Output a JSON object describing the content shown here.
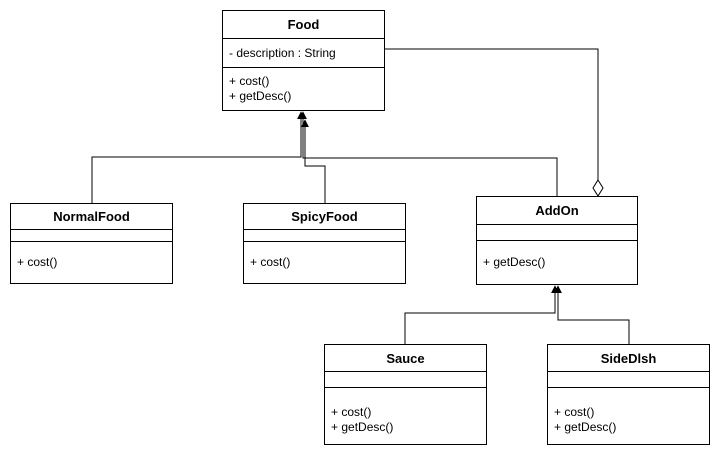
{
  "classes": {
    "food": {
      "name": "Food",
      "attributes": [
        "- description : String"
      ],
      "operations": [
        "+ cost()",
        "+ getDesc()"
      ]
    },
    "normalfood": {
      "name": "NormalFood",
      "attributes": [],
      "operations": [
        "+ cost()"
      ]
    },
    "spicyfood": {
      "name": "SpicyFood",
      "attributes": [],
      "operations": [
        "+ cost()"
      ]
    },
    "addon": {
      "name": "AddOn",
      "attributes": [],
      "operations": [
        "+ getDesc()"
      ]
    },
    "sauce": {
      "name": "Sauce",
      "attributes": [],
      "operations": [
        "+ cost()",
        "+ getDesc()"
      ]
    },
    "sidedish": {
      "name": "SideDlsh",
      "attributes": [],
      "operations": [
        "+ cost()",
        "+ getDesc()"
      ]
    }
  },
  "relations": [
    {
      "type": "generalization",
      "from": "NormalFood",
      "to": "Food"
    },
    {
      "type": "generalization",
      "from": "SpicyFood",
      "to": "Food"
    },
    {
      "type": "generalization",
      "from": "AddOn",
      "to": "Food"
    },
    {
      "type": "aggregation",
      "from": "Food",
      "to": "AddOn"
    },
    {
      "type": "generalization",
      "from": "Sauce",
      "to": "AddOn"
    },
    {
      "type": "generalization",
      "from": "SideDlsh",
      "to": "AddOn"
    }
  ]
}
